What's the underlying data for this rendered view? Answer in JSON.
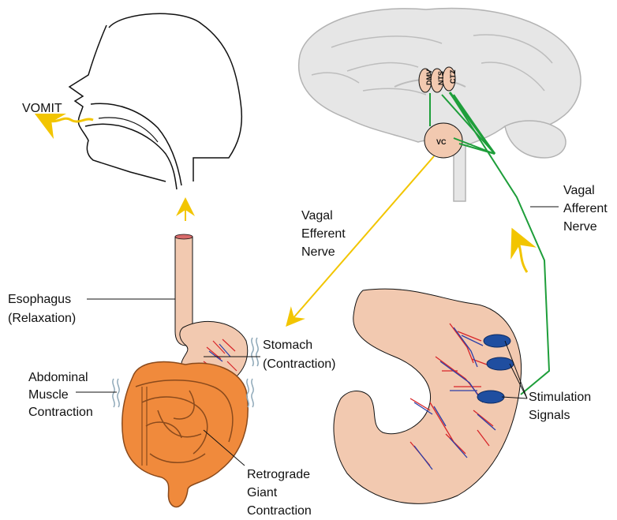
{
  "labels": {
    "vomit": "VOMIT",
    "vagal_efferent": [
      "Vagal",
      "Efferent",
      "Nerve"
    ],
    "vagal_afferent": [
      "Vagal",
      "Afferent",
      "Nerve"
    ],
    "esophagus": [
      "Esophagus",
      "(Relaxation)"
    ],
    "stomach": [
      "Stomach",
      "(Contraction)"
    ],
    "abdominal": [
      "Abdominal",
      "Muscle",
      "Contraction"
    ],
    "retrograde": [
      "Retrograde",
      "Giant",
      "Contraction"
    ],
    "stimulation": [
      "Stimulation",
      "Signals"
    ],
    "vc": "VC",
    "dmv": "DMV",
    "nts": "NTS",
    "ctz": "CTZ"
  },
  "colors": {
    "brain_fill": "#e6e6e6",
    "brain_line": "#b3b3b3",
    "tissue_fill": "#f2c9b0",
    "intestine_fill": "#f08a3c",
    "intestine_line": "#8a4a1c",
    "afferent_green": "#1e9e3a",
    "efferent_yellow": "#f2c500",
    "electrode_blue": "#1f4ea0",
    "vessel_red": "#d8262a",
    "vessel_blue": "#2c3fa8"
  }
}
